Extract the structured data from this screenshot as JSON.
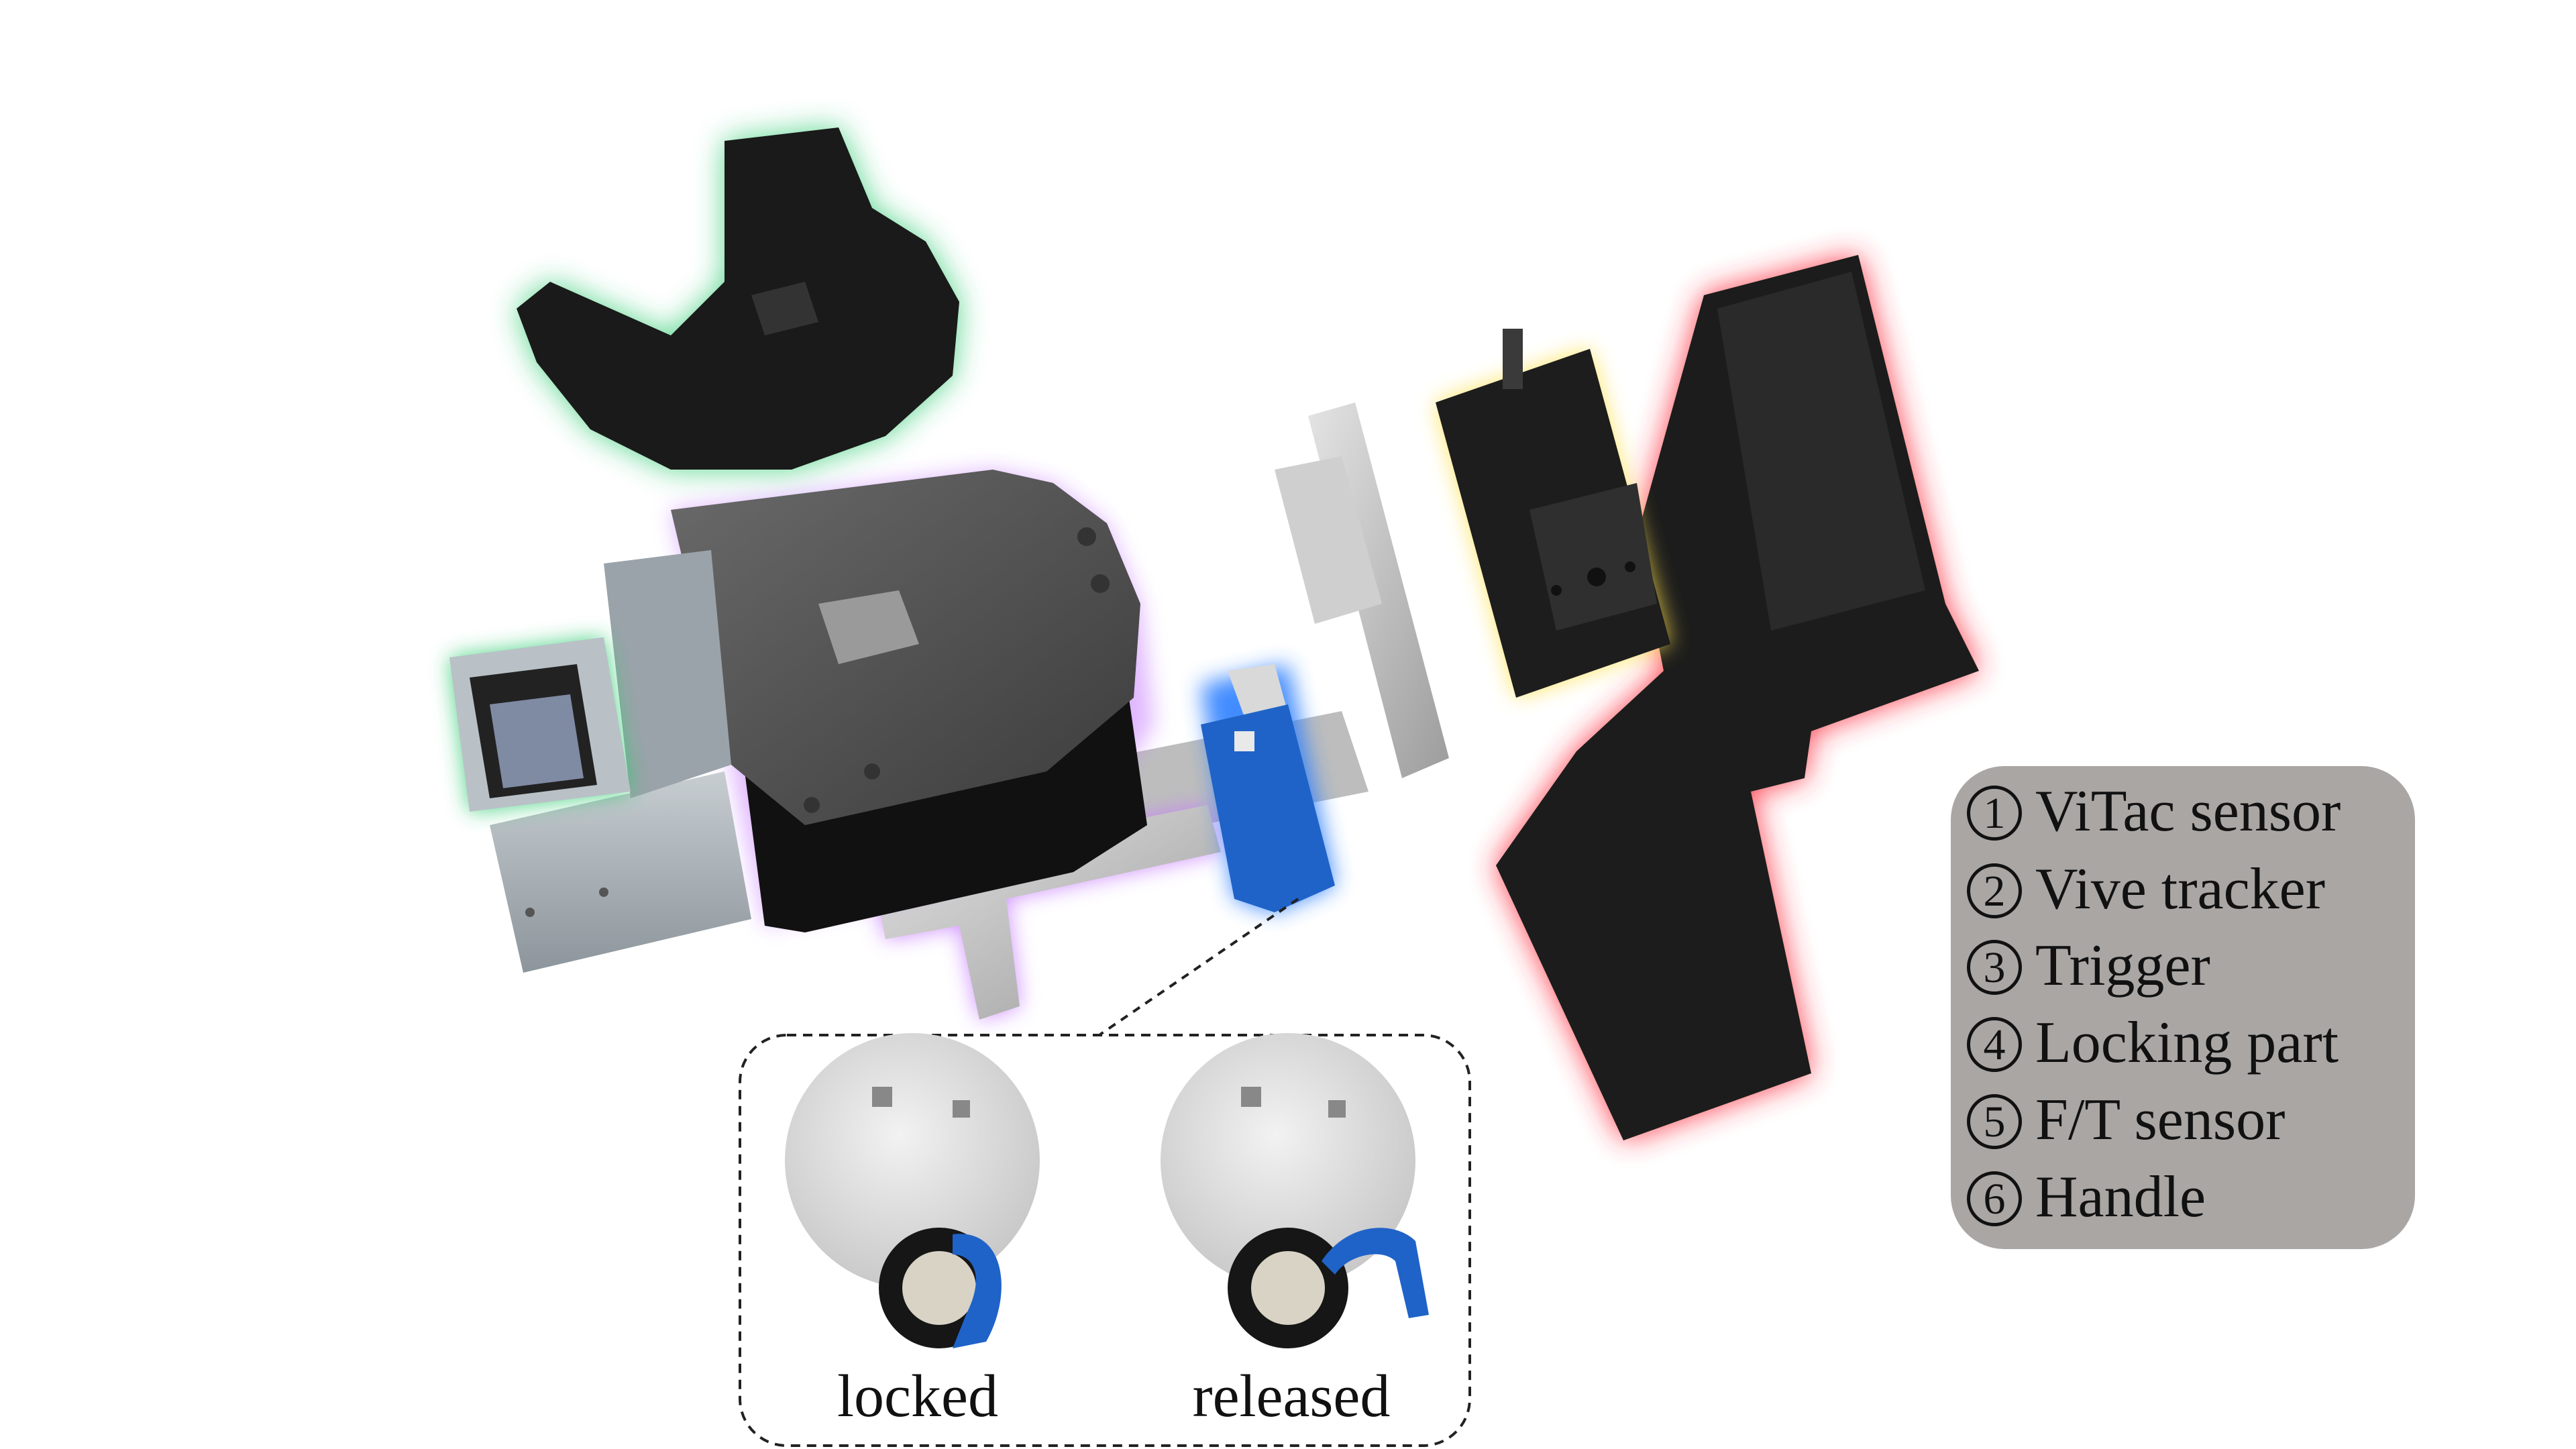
{
  "legend": {
    "items": [
      {
        "number": "1",
        "label": "ViTac sensor"
      },
      {
        "number": "2",
        "label": "Vive tracker"
      },
      {
        "number": "3",
        "label": "Trigger"
      },
      {
        "number": "4",
        "label": "Locking part"
      },
      {
        "number": "5",
        "label": "F/T sensor"
      },
      {
        "number": "6",
        "label": "Handle"
      }
    ]
  },
  "inset": {
    "left_caption": "locked",
    "right_caption": "released"
  },
  "colors": {
    "vitac_glow": "#2ecc71",
    "tracker_glow": "#2ecc71",
    "trigger_glow": "#c77dff",
    "locking_glow": "#2f80ff",
    "ft_glow": "#ffe14d",
    "handle_glow": "#ff2b3a",
    "legend_bg": "#a9a6a4",
    "body_black": "#1a1a1a",
    "body_grey": "#4a4a4a",
    "mount_light": "#b9c1c6",
    "lock_blue": "#1f63c8"
  }
}
